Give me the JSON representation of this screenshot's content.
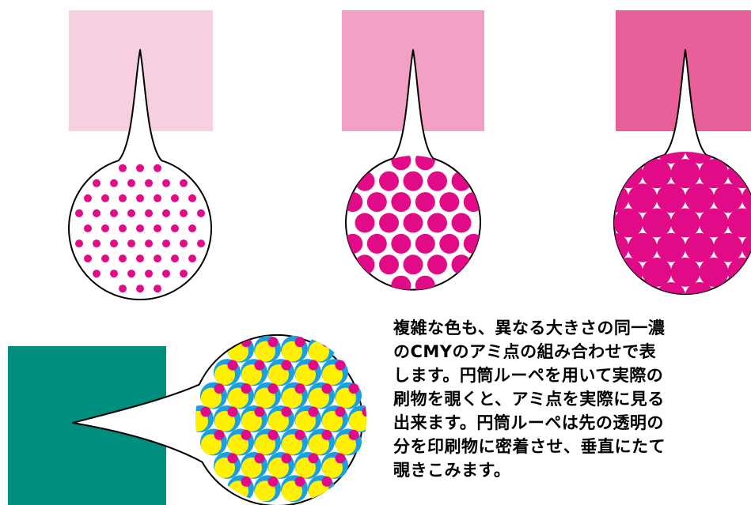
{
  "colors": {
    "tint_light": "#f6cfe0",
    "tint_medium": "#f2a1c4",
    "tint_dark": "#e8609a",
    "magenta": "#e20b87",
    "cyan": "#1ba0df",
    "yellow": "#fff100",
    "teal": "#008e7e",
    "outline": "#000000"
  },
  "diagram": {
    "panels": [
      {
        "id": "light",
        "tint": "tint_light",
        "dot_size": "small"
      },
      {
        "id": "medium",
        "tint": "tint_medium",
        "dot_size": "medium"
      },
      {
        "id": "dark",
        "tint": "tint_dark",
        "dot_size": "large"
      }
    ],
    "composite": {
      "swatch": "teal",
      "inks": [
        "cyan",
        "yellow",
        "magenta"
      ]
    }
  },
  "text": {
    "lines": [
      "複雑な色も、異なる大きさの同一濃",
      "のCMYのアミ点の組み合わせで表",
      "します。円筒ルーペを用いて実際の",
      "刷物を覗くと、アミ点を実際に見る",
      "出来ます。円筒ルーペは先の透明の",
      "分を印刷物に密着させ、垂直にたて",
      "覗きこみます。"
    ]
  }
}
